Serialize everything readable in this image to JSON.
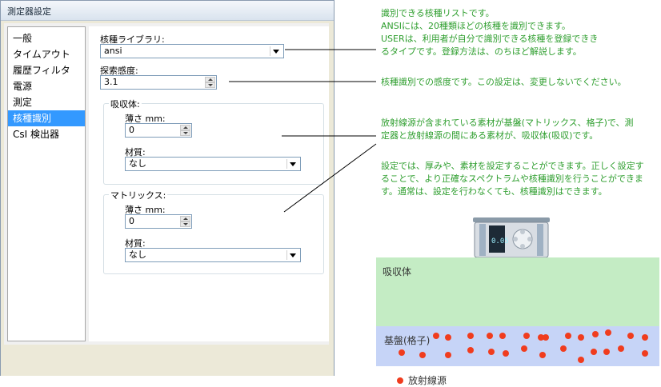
{
  "window": {
    "title": "測定器設定",
    "nav_items": [
      "一般",
      "タイムアウト",
      "履歴フィルタ",
      "電源",
      "測定",
      "核種識別",
      "CsI 検出器"
    ],
    "selected_index": 5
  },
  "form": {
    "library_label": "核種ライブラリ:",
    "library_value": "ansi",
    "sensitivity_label": "探索感度:",
    "sensitivity_value": "3.1",
    "absorber": {
      "legend": "吸収体:",
      "thickness_label": "薄さ mm:",
      "thickness_value": "0",
      "material_label": "材質:",
      "material_value": "なし"
    },
    "matrix": {
      "legend": "マトリックス:",
      "thickness_label": "薄さ mm:",
      "thickness_value": "0",
      "material_label": "材質:",
      "material_value": "なし"
    }
  },
  "notes": {
    "library": [
      "識別できる核種リストです。",
      "ANSIには、20種類ほどの核種を識別できます。",
      "USERは、利用者が自分で識別できる核種を登録できき",
      "るタイプです。登録方法は、のちほど解説します。"
    ],
    "sensitivity": [
      "核種識別での感度です。この設定は、変更しないでください。"
    ],
    "absorber": [
      "放射線源が含まれている素材が基盤(マトリックス、格子)で、測",
      "定器と放射線源の間にある素材が、吸収体(吸収)です。"
    ],
    "settings": [
      "設定では、厚みや、素材を設定することができます。正しく設定す",
      "ることで、より正確なスペクトラムや核種識別を行うことができま",
      "す。通常は、設定を行わなくても、核種識別はできます。"
    ]
  },
  "diagram": {
    "absorber_label": "吸収体",
    "substrate_label": "基盤(格子)",
    "legend_label": "放射線源",
    "source_color": "#f03c1e",
    "absorber_color": "#c4ecc4",
    "substrate_color": "#c6d4f7",
    "device_reading": "0.05"
  },
  "colors": {
    "note_text": "#2e9e2e",
    "selection": "#3399ff"
  }
}
